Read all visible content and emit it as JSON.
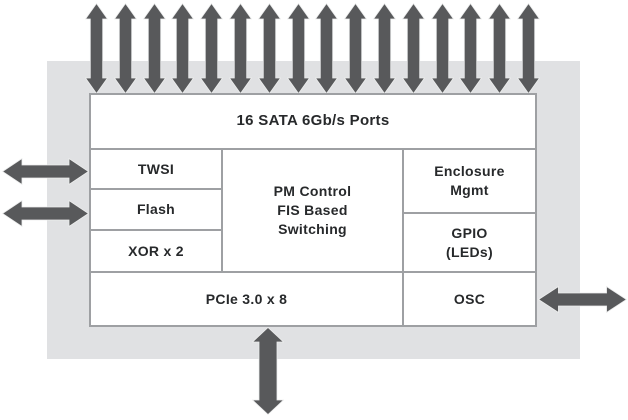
{
  "blocks": {
    "sata": {
      "label": "16 SATA 6Gb/s Ports"
    },
    "twsi": {
      "label": "TWSI"
    },
    "flash": {
      "label": "Flash"
    },
    "xor": {
      "label": "XOR x 2"
    },
    "pm": {
      "label": "PM Control\nFIS Based\nSwitching"
    },
    "enclosure": {
      "label": "Enclosure\nMgmt"
    },
    "gpio": {
      "label": "GPIO\n(LEDs)"
    },
    "pcie": {
      "label": "PCIe 3.0 x 8"
    },
    "osc": {
      "label": "OSC"
    }
  },
  "arrows": {
    "direction": "bidirectional",
    "top_count": 16,
    "left_count": 2,
    "right_count": 1,
    "bottom_count": 1
  },
  "colors": {
    "arrow": "#58595b",
    "chip_bg": "#e0e1e3",
    "cell_border": "#9ea0a3",
    "cell_bg": "#ffffff",
    "text": "#27292b"
  }
}
